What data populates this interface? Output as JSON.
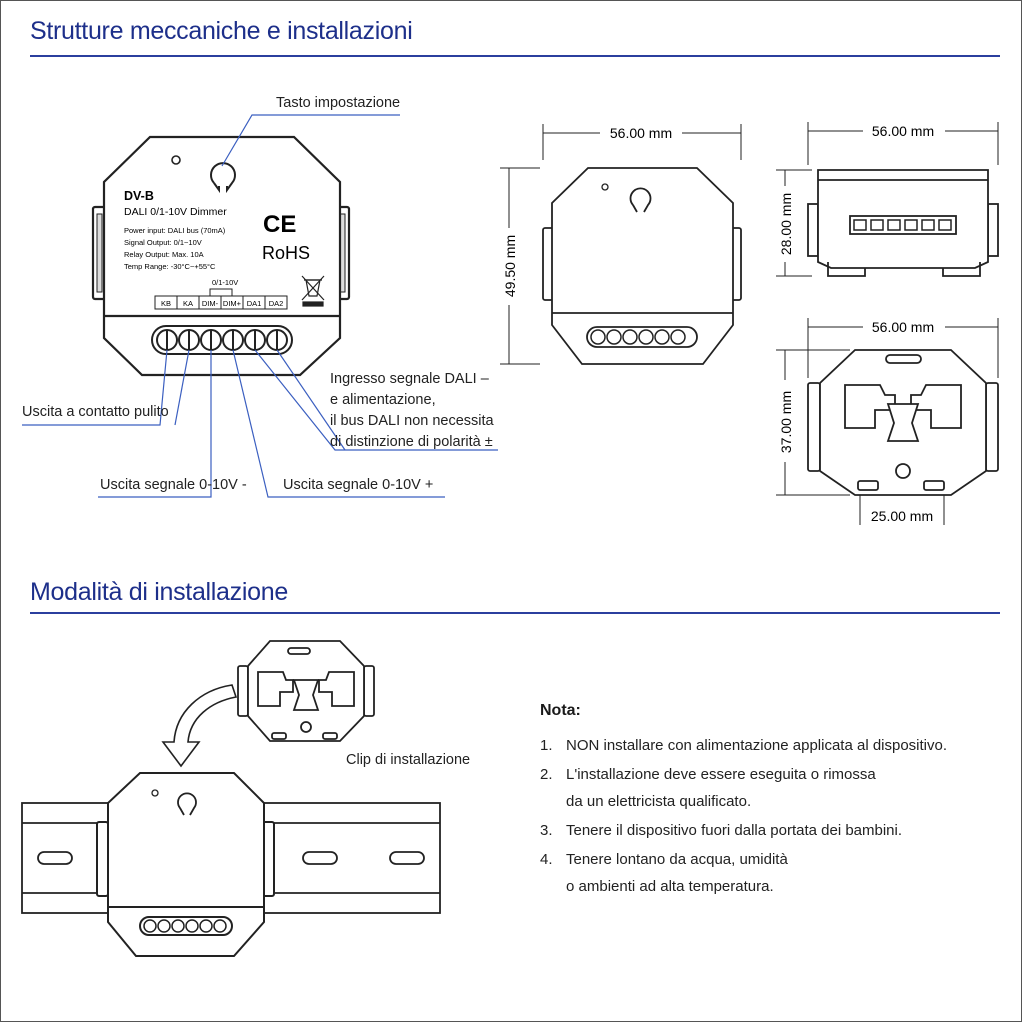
{
  "sections": {
    "structures_title": "Strutture meccaniche e installazioni",
    "installation_title": "Modalità di installazione"
  },
  "callouts": {
    "setting_button": "Tasto impostazione",
    "dry_contact": "Uscita a contatto pulito",
    "dali_input_1": "Ingresso segnale DALI –",
    "dali_input_2": "e alimentazione,",
    "dali_input_3": "il bus DALI non necessita",
    "dali_input_4": "di distinzione di polarità ±",
    "out_minus": "Uscita segnale 0-10V -",
    "out_plus": "Uscita segnale 0-10V +",
    "clip": "Clip di installazione"
  },
  "device": {
    "model": "DV-B",
    "name": "DALI 0/1-10V Dimmer",
    "spec_power": "Power input:  DALI bus (70mA)",
    "spec_signal": "Signal Output: 0/1~10V",
    "spec_relay": "Relay Output: Max. 10A",
    "spec_temp": "Temp Range: -30°C~+55°C",
    "ce": "CE",
    "rohs": "RoHS",
    "group_label": "0/1-10V",
    "terminals": [
      "KB",
      "KA",
      "DIM-",
      "DIM+",
      "DA1",
      "DA2"
    ]
  },
  "dimensions": {
    "front_width": "56.00 mm",
    "front_height": "49.50 mm",
    "side_width": "56.00 mm",
    "side_height": "28.00 mm",
    "clip_width": "56.00 mm",
    "clip_height": "37.00 mm",
    "clip_hole": "25.00 mm"
  },
  "notes": {
    "title": "Nota:",
    "items": [
      {
        "num": "1.",
        "lines": [
          "NON installare con alimentazione applicata al dispositivo."
        ]
      },
      {
        "num": "2.",
        "lines": [
          "L'installazione deve essere eseguita o rimossa",
          "da un elettricista qualificato."
        ]
      },
      {
        "num": "3.",
        "lines": [
          "Tenere il dispositivo fuori dalla portata dei bambini."
        ]
      },
      {
        "num": "4.",
        "lines": [
          "Tenere lontano da acqua, umidità",
          "o ambienti ad alta temperatura."
        ]
      }
    ]
  },
  "colors": {
    "title_blue": "#1d2f8a",
    "rule_blue": "#2b3f9e",
    "leader_blue": "#3b5fc0"
  }
}
